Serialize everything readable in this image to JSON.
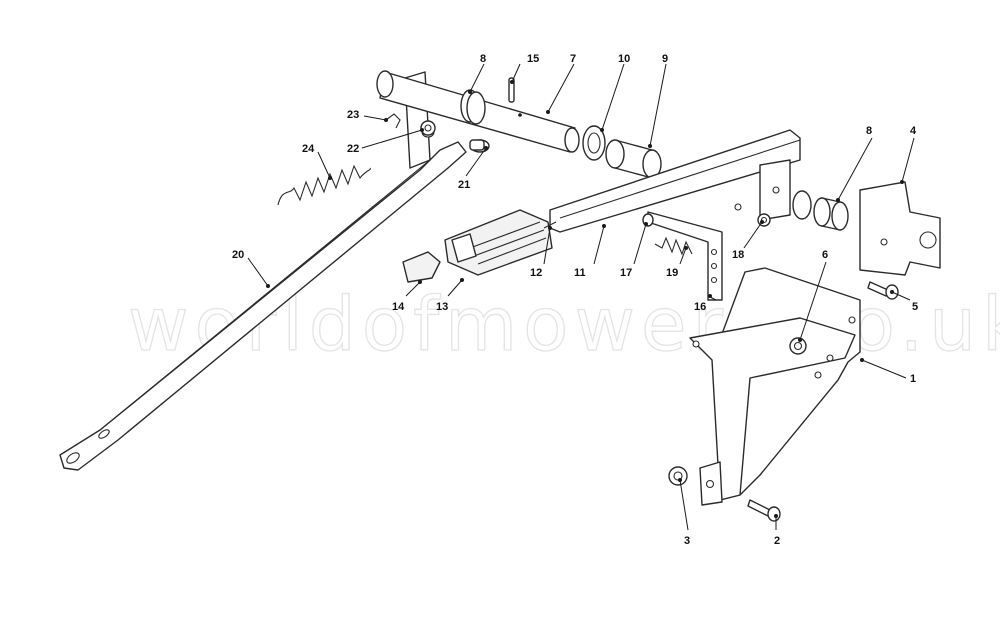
{
  "watermark": "worldofmowers.co.uk",
  "colors": {
    "line": "#2b2b2b",
    "background": "#ffffff",
    "watermark": "#e4e4e4"
  },
  "callouts": {
    "c1": "1",
    "c2": "2",
    "c3": "3",
    "c4": "4",
    "c5": "5",
    "c6": "6",
    "c7": "7",
    "c8a": "8",
    "c8b": "8",
    "c9": "9",
    "c10": "10",
    "c11": "11",
    "c12": "12",
    "c13": "13",
    "c14": "14",
    "c15": "15",
    "c16": "16",
    "c17": "17",
    "c18": "18",
    "c19": "19",
    "c20": "20",
    "c21": "21",
    "c22": "22",
    "c23": "23",
    "c24": "24"
  }
}
